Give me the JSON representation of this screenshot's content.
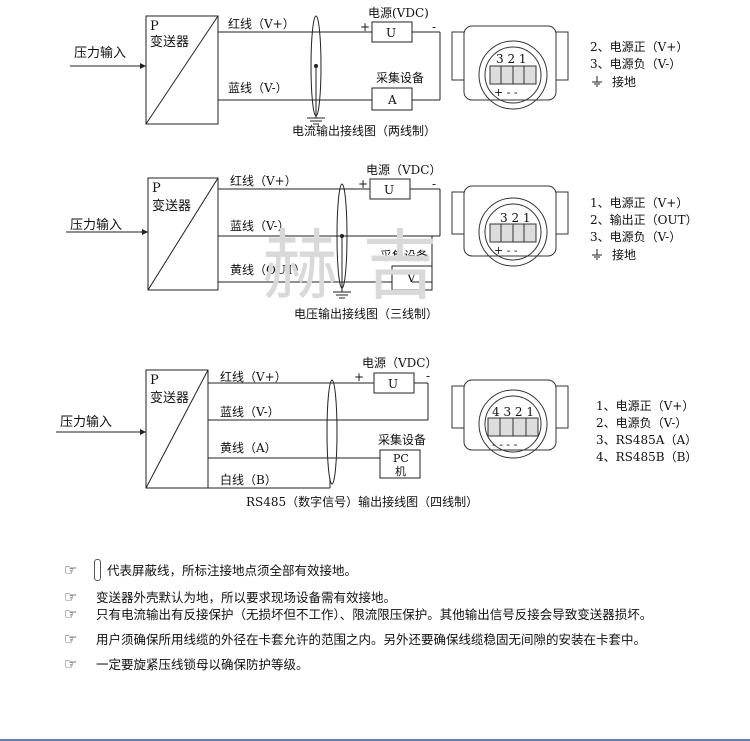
{
  "watermark": "赫 吉",
  "diagram1": {
    "pressure_input": "压力输入",
    "transmitter_p": "P",
    "transmitter_label": "变送器",
    "wire_red": "红线（V+）",
    "wire_blue": "蓝线（V-）",
    "power_label": "电源(VDC)",
    "power_symbol": "U",
    "plus": "+",
    "minus": "-",
    "acq_label": "采集设备",
    "acq_symbol": "A",
    "caption": "电流输出接线图（两线制）",
    "terminal_numbers": "3 2 1",
    "terminal_signs": "+ - -",
    "legend": [
      "2、电源正（V+）",
      "3、电源负（V-）",
      "接地"
    ]
  },
  "diagram2": {
    "pressure_input": "压力输入",
    "transmitter_p": "P",
    "transmitter_label": "变送器",
    "wire_red": "红线（V+）",
    "wire_blue": "蓝线（V-）",
    "wire_yellow": "黄线（OUT）",
    "power_label": "电源（VDC）",
    "power_symbol": "U",
    "plus": "+",
    "minus": "-",
    "acq_label": "采集设备",
    "acq_symbol": "V",
    "caption": "电压输出接线图（三线制）",
    "terminal_numbers": "3 2 1",
    "terminal_signs": "+ - -",
    "legend": [
      "1、电源正（V+）",
      "2、输出正（OUT）",
      "3、电源负（V-）",
      "接地"
    ]
  },
  "diagram3": {
    "pressure_input": "压力输入",
    "transmitter_p": "P",
    "transmitter_label": "变送器",
    "wire_red": "红线（V+）",
    "wire_blue": "蓝线（V-）",
    "wire_yellow": "黄线（A）",
    "wire_white": "白线（B）",
    "power_label": "电源（VDC）",
    "power_symbol": "U",
    "plus": "+",
    "minus": "-",
    "acq_label": "采集设备",
    "acq_symbol_1": "PC",
    "acq_symbol_2": "机",
    "caption": "RS485（数字信号）输出接线图（四线制）",
    "terminal_numbers": "4 3 2 1",
    "terminal_signs": "- - - -",
    "legend": [
      "1、电源正（V+）",
      "2、电源负（V-）",
      "3、RS485A（A）",
      "4、RS485B（B）"
    ]
  },
  "notes": [
    "代表屏蔽线，所标注接地点须全部有效接地。",
    "变送器外壳默认为地，所以要求现场设备需有效接地。",
    "只有电流输出有反接保护（无损坏但不工作）、限流限压保护。其他输出信号反接会导致变送器损坏。",
    "用户须确保所用线缆的外径在卡套允许的范围之内。另外还要确保线缆稳固无间隙的安装在卡套中。",
    "一定要旋紧压线锁母以确保防护等级。"
  ],
  "hand_icon": "☞"
}
